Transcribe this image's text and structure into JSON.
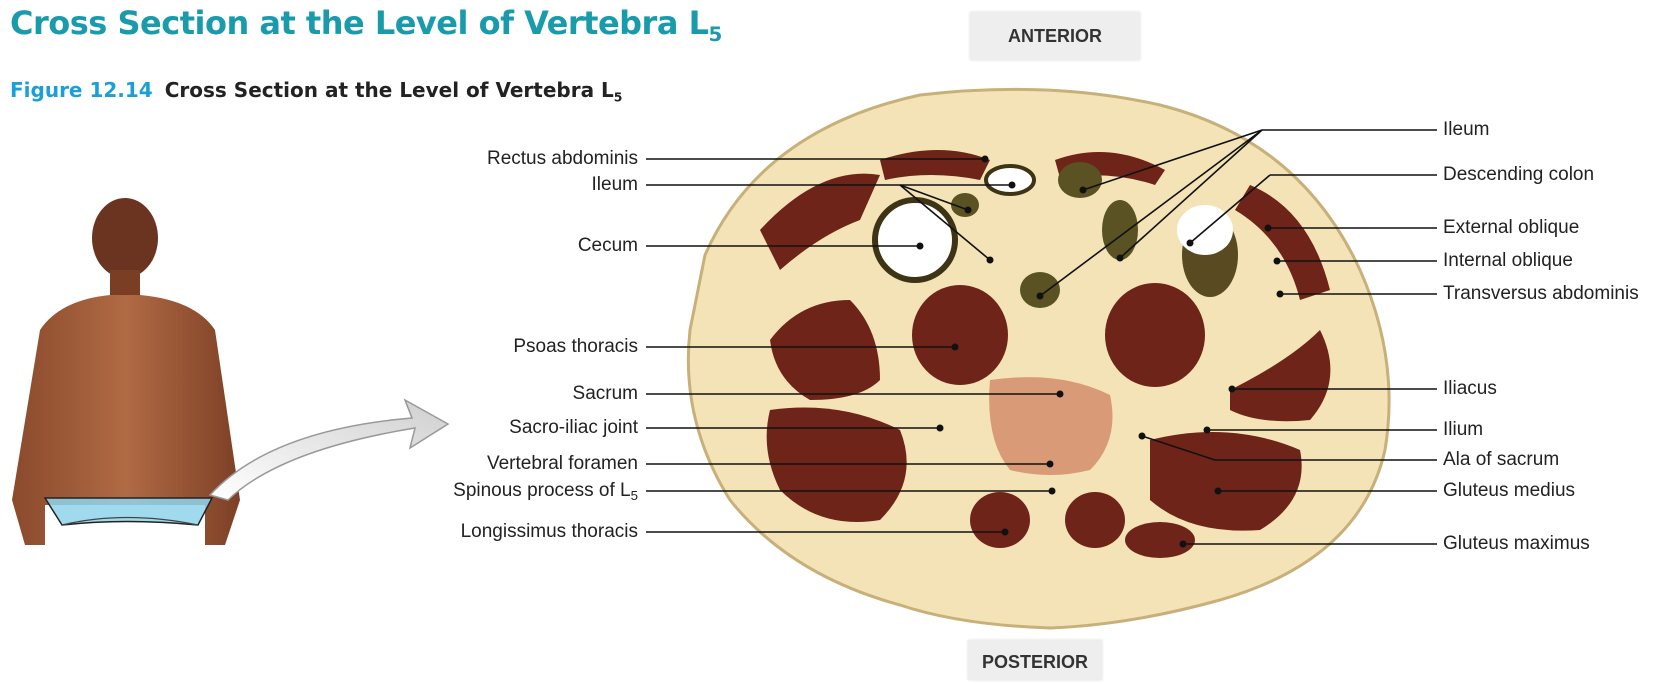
{
  "header": {
    "title_main": "Cross Section at the Level of Vertebra L",
    "title_sub": "5",
    "figure_number": "Figure 12.14",
    "caption_main": "Cross Section at the Level of Vertebra L",
    "caption_sub": "5"
  },
  "orientation": {
    "top": "ANTERIOR",
    "bottom": "POSTERIOR"
  },
  "labels_left": [
    {
      "text": "Rectus abdominis"
    },
    {
      "text": "Ileum"
    },
    {
      "text": "Cecum"
    },
    {
      "text": "Psoas thoracis"
    },
    {
      "text": "Sacrum"
    },
    {
      "text": "Sacro-iliac joint"
    },
    {
      "text": "Vertebral foramen"
    },
    {
      "text": "Spinous process of L",
      "sub": "5"
    },
    {
      "text": "Longissimus thoracis"
    }
  ],
  "labels_right": [
    {
      "text": "Ileum"
    },
    {
      "text": "Descending colon"
    },
    {
      "text": "External oblique"
    },
    {
      "text": "Internal oblique"
    },
    {
      "text": "Transversus abdominis"
    },
    {
      "text": "Iliacus"
    },
    {
      "text": "Ilium"
    },
    {
      "text": "Ala of sacrum"
    },
    {
      "text": "Gluteus medius"
    },
    {
      "text": "Gluteus maximus"
    }
  ],
  "colors": {
    "heading": "#1a9bab",
    "figure_number": "#1aa0d8",
    "fat": "#f3e3b6",
    "muscle": "#6e2418",
    "bowel": "#5a5222",
    "plane": "#8fd3ec"
  }
}
